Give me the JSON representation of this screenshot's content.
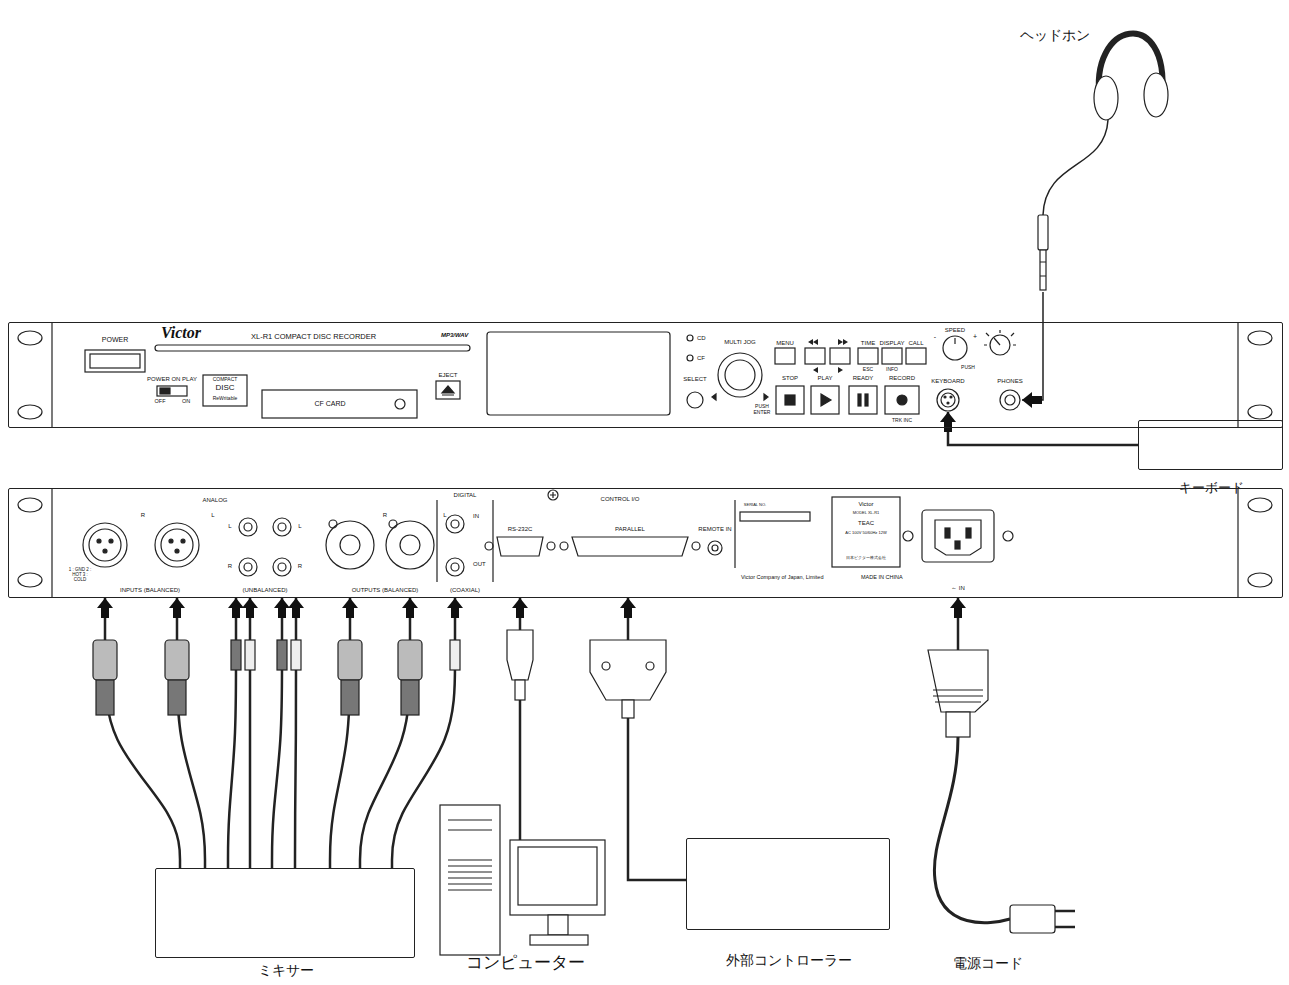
{
  "diagram": {
    "nodes": [
      {
        "text": [
          "ヘッドホン"
        ]
      },
      {
        "text": [
          "Victor",
          "XL-R1 COMPACT DISC RECORDER",
          "MP3/WAV"
        ]
      },
      {
        "text": [
          "キーボード"
        ]
      },
      {
        "text": [
          "Victor Company of Japan, Limited",
          "MADE IN CHINA"
        ]
      },
      {
        "text": [
          "ミキサー"
        ]
      },
      {
        "text": [
          "コンピューター"
        ]
      },
      {
        "text": [
          "外部コントローラー"
        ]
      },
      {
        "text": [
          "電源コード"
        ]
      }
    ],
    "edges": [
      {
        "from": 0,
        "to": 1,
        "arrow": "to"
      },
      {
        "from": 2,
        "to": 1,
        "arrow": "to"
      },
      {
        "from": 4,
        "to": 3,
        "arrow": "to"
      },
      {
        "from": 4,
        "to": 3,
        "arrow": "to"
      },
      {
        "from": 4,
        "to": 3,
        "arrow": "to"
      },
      {
        "from": 4,
        "to": 3,
        "arrow": "to"
      },
      {
        "from": 4,
        "to": 3,
        "arrow": "to"
      },
      {
        "from": 4,
        "to": 3,
        "arrow": "to"
      },
      {
        "from": 4,
        "to": 3,
        "arrow": "to"
      },
      {
        "from": 4,
        "to": 3,
        "arrow": "to"
      },
      {
        "from": 4,
        "to": 3,
        "arrow": "to"
      },
      {
        "from": 5,
        "to": 3,
        "arrow": "to"
      },
      {
        "from": 6,
        "to": 3,
        "arrow": "to"
      },
      {
        "from": 7,
        "to": 3,
        "arrow": "to"
      }
    ],
    "labels": [
      "POWER",
      "POWER ON PLAY",
      "OFF",
      "ON",
      "COMPACT",
      "DISC",
      "ReWritable",
      "CF CARD",
      "EJECT",
      "CD",
      "CF",
      "SELECT",
      "MULTI JOG",
      "PUSH ENTER",
      "MENU",
      "TIME",
      "DISPLAY",
      "CALL",
      "ESC",
      "INFO",
      "STOP",
      "PLAY",
      "READY",
      "RECORD",
      "TRK INC",
      "SPEED",
      "-",
      "+",
      "PUSH",
      "KEYBOARD",
      "PHONES",
      "ANALOG",
      "R",
      "L",
      "1 : GND 2 : HOT 3 : COLD",
      "INPUTS (BALANCED)",
      "L",
      "R",
      "L",
      "R",
      "(UNBALANCED)",
      "R",
      "L",
      "OUTPUTS (BALANCED)",
      "DIGITAL",
      "IN",
      "OUT",
      "(COAXIAL)",
      "CONTROL I/O",
      "RS-232C",
      "PARALLEL",
      "REMOTE IN",
      "SERIAL NO.",
      "Victor",
      "MODEL XL-R1",
      "TEAC",
      "AC 100V 50/60Hz 12W",
      "日本ビクター株式会社",
      "～ IN"
    ]
  }
}
